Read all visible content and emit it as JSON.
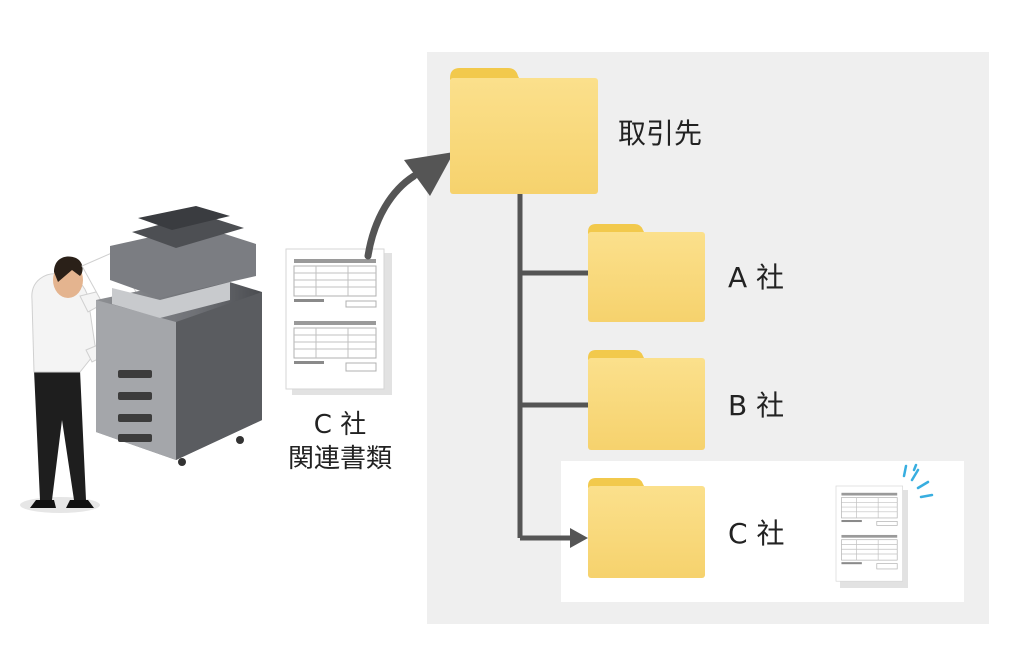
{
  "colors": {
    "folder_back": "#f2c94c",
    "folder_front": "#f7d777",
    "panel_bg": "#efefef",
    "connector": "#555555",
    "spark": "#38aee0"
  },
  "root_folder": {
    "label": "取引先"
  },
  "folders": [
    {
      "label": "A 社"
    },
    {
      "label": "B 社"
    },
    {
      "label": "C 社"
    }
  ],
  "scanned_document": {
    "caption_line1": "C 社",
    "caption_line2": "関連書類"
  },
  "icons": [
    "person-icon",
    "multifunction-printer-icon",
    "document-icon",
    "folder-icon",
    "curved-arrow-icon",
    "sparkle-icon"
  ]
}
